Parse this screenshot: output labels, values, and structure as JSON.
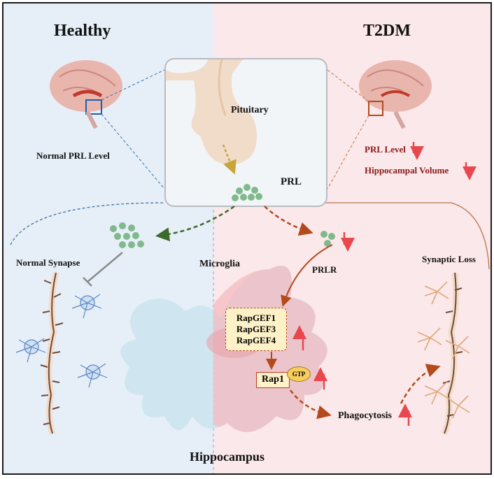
{
  "panels": {
    "healthy": "Healthy",
    "t2dm": "T2DM",
    "hippocampus": "Hippocampus"
  },
  "labels": {
    "normal_prl_level": "Normal PRL Level",
    "pituitary": "Pituitary",
    "prl": "PRL",
    "prl_level": "PRL Level",
    "hippocampal_volume": "Hippocampal Volume",
    "normal_synapse": "Normal Synapse",
    "microglia": "Microglia",
    "prlr": "PRLR",
    "synaptic_loss": "Synaptic Loss",
    "rapgef1": "RapGEF1",
    "rapgef3": "RapGEF3",
    "rapgef4": "RapGEF4",
    "rap1": "Rap1",
    "gtp": "GTP",
    "phagocytosis": "Phagocytosis"
  },
  "colors": {
    "healthy_bg": "#e3edf7",
    "t2dm_bg": "#fbe6e8",
    "up_down_arrow": "#e8474d",
    "green_dots": "#7fb98c",
    "healthy_arrow": "#3b6b2a",
    "t2dm_arrow": "#b34a1c",
    "pituitary_arrow": "#c9a43a"
  },
  "icons": [
    "brain-icon",
    "pituitary-icon",
    "neuron-icon",
    "microglia-icon",
    "dendrite-icon"
  ]
}
